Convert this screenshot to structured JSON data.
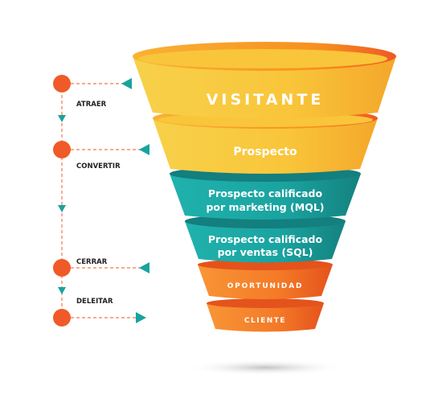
{
  "funnel": {
    "stages": [
      {
        "label": "VISITANTE"
      },
      {
        "label": "Prospecto"
      },
      {
        "label_line1": "Prospecto calificado",
        "label_line2": "por marketing (MQL)"
      },
      {
        "label_line1": "Prospecto calificado",
        "label_line2": "por ventas (SQL)"
      },
      {
        "label": "OPORTUNIDAD"
      },
      {
        "label": "CLIENTE"
      }
    ]
  },
  "flow": {
    "steps": [
      {
        "label": "ATRAER"
      },
      {
        "label": "CONVERTIR"
      },
      {
        "label": "CERRAR"
      },
      {
        "label": "DELEITAR"
      }
    ]
  },
  "colors": {
    "yellow": "#f9c53a",
    "yellow_dark": "#f0a21f",
    "teal": "#1aa3a0",
    "teal_dark": "#137f7e",
    "orange": "#f47a28",
    "orange_dark": "#e5531c",
    "dot": "#f05a28",
    "connector": "#f2784b",
    "arrow": "#17a3a0"
  }
}
